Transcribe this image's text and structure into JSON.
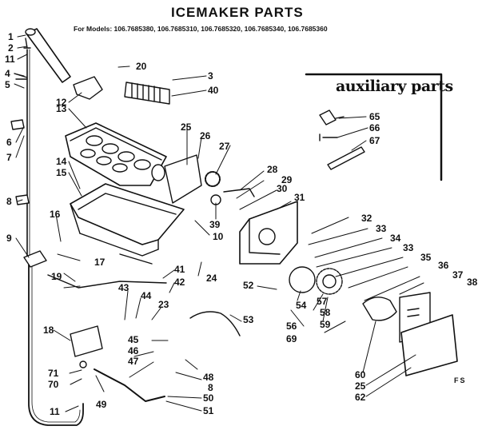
{
  "header": {
    "title": "ICEMAKER PARTS",
    "models": "For Models:  106.7685380, 106.7685310, 106.7685320, 106.7685340, 106.7685360"
  },
  "auxiliary": {
    "title": "auxiliary parts"
  },
  "footer": {
    "code": "FS"
  },
  "callouts": [
    {
      "id": "c1",
      "text": "1"
    },
    {
      "id": "c2",
      "text": "2"
    },
    {
      "id": "c11a",
      "text": "11"
    },
    {
      "id": "c4",
      "text": "4"
    },
    {
      "id": "c5",
      "text": "5"
    },
    {
      "id": "c6",
      "text": "6"
    },
    {
      "id": "c7",
      "text": "7"
    },
    {
      "id": "c8a",
      "text": "8"
    },
    {
      "id": "c9",
      "text": "9"
    },
    {
      "id": "c12",
      "text": "12"
    },
    {
      "id": "c13",
      "text": "13"
    },
    {
      "id": "c14",
      "text": "14"
    },
    {
      "id": "c15",
      "text": "15"
    },
    {
      "id": "c16",
      "text": "16"
    },
    {
      "id": "c17",
      "text": "17"
    },
    {
      "id": "c19",
      "text": "19"
    },
    {
      "id": "c18",
      "text": "18"
    },
    {
      "id": "c71",
      "text": "71"
    },
    {
      "id": "c70",
      "text": "70"
    },
    {
      "id": "c11b",
      "text": "11"
    },
    {
      "id": "c49",
      "text": "49"
    },
    {
      "id": "c20",
      "text": "20"
    },
    {
      "id": "c3",
      "text": "3"
    },
    {
      "id": "c40",
      "text": "40"
    },
    {
      "id": "c25a",
      "text": "25"
    },
    {
      "id": "c26",
      "text": "26"
    },
    {
      "id": "c27",
      "text": "27"
    },
    {
      "id": "c28",
      "text": "28"
    },
    {
      "id": "c29",
      "text": "29"
    },
    {
      "id": "c30",
      "text": "30"
    },
    {
      "id": "c31",
      "text": "31"
    },
    {
      "id": "c39",
      "text": "39"
    },
    {
      "id": "c10",
      "text": "10"
    },
    {
      "id": "c41",
      "text": "41"
    },
    {
      "id": "c42",
      "text": "42"
    },
    {
      "id": "c43",
      "text": "43"
    },
    {
      "id": "c44",
      "text": "44"
    },
    {
      "id": "c23",
      "text": "23"
    },
    {
      "id": "c24",
      "text": "24"
    },
    {
      "id": "c45",
      "text": "45"
    },
    {
      "id": "c46",
      "text": "46"
    },
    {
      "id": "c47",
      "text": "47"
    },
    {
      "id": "c48",
      "text": "48"
    },
    {
      "id": "c8b",
      "text": "8"
    },
    {
      "id": "c50",
      "text": "50"
    },
    {
      "id": "c51",
      "text": "51"
    },
    {
      "id": "c52",
      "text": "52"
    },
    {
      "id": "c53",
      "text": "53"
    },
    {
      "id": "c54",
      "text": "54"
    },
    {
      "id": "c56",
      "text": "56"
    },
    {
      "id": "c69",
      "text": "69"
    },
    {
      "id": "c57",
      "text": "57"
    },
    {
      "id": "c58",
      "text": "58"
    },
    {
      "id": "c59",
      "text": "59"
    },
    {
      "id": "c32",
      "text": "32"
    },
    {
      "id": "c33a",
      "text": "33"
    },
    {
      "id": "c34",
      "text": "34"
    },
    {
      "id": "c33b",
      "text": "33"
    },
    {
      "id": "c35",
      "text": "35"
    },
    {
      "id": "c36",
      "text": "36"
    },
    {
      "id": "c37",
      "text": "37"
    },
    {
      "id": "c38",
      "text": "38"
    },
    {
      "id": "c60",
      "text": "60"
    },
    {
      "id": "c25b",
      "text": "25"
    },
    {
      "id": "c62",
      "text": "62"
    },
    {
      "id": "c65",
      "text": "65"
    },
    {
      "id": "c66",
      "text": "66"
    },
    {
      "id": "c67",
      "text": "67"
    }
  ]
}
